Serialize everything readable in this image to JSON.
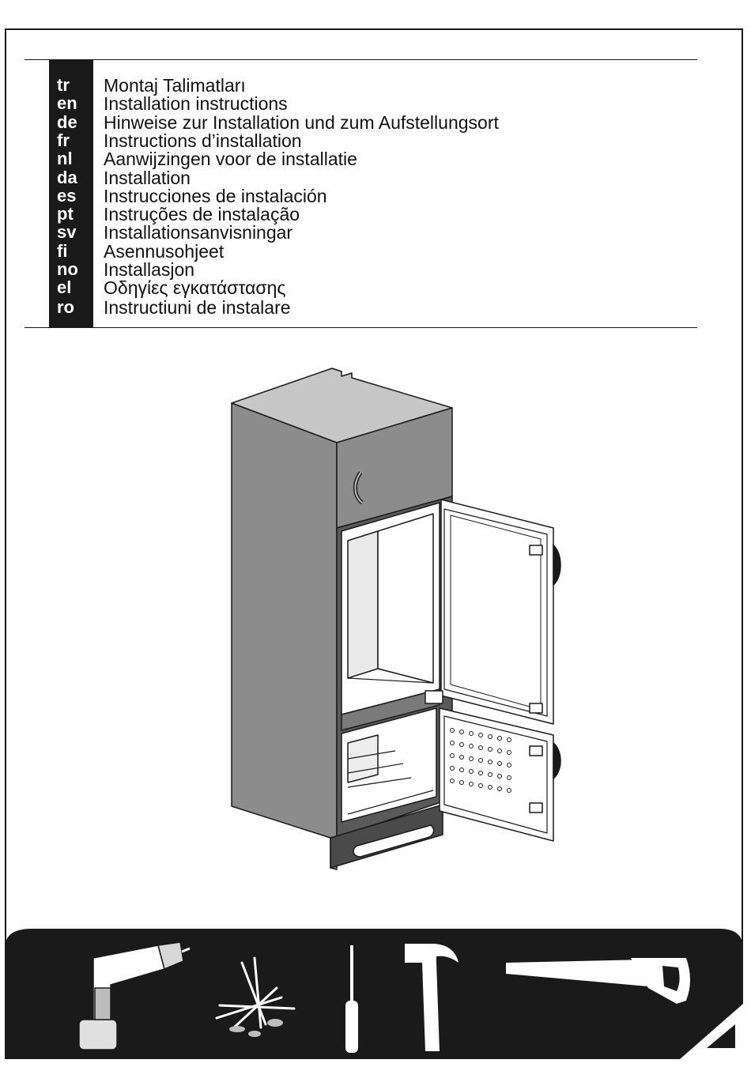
{
  "languages": [
    {
      "code": "tr",
      "title": "Montaj Talimatları"
    },
    {
      "code": "en",
      "title": "Installation instructions"
    },
    {
      "code": "de",
      "title": "Hinweise zur Installation und zum Aufstellungsort"
    },
    {
      "code": "fr",
      "title": "Instructions d’installation"
    },
    {
      "code": "nl",
      "title": "Aanwijzingen voor de installatie"
    },
    {
      "code": "da",
      "title": "Installation"
    },
    {
      "code": "es",
      "title": "Instrucciones de instalación"
    },
    {
      "code": "pt",
      "title": "Instruções de instalação"
    },
    {
      "code": "sv",
      "title": "Installationsanvisningar"
    },
    {
      "code": "fi",
      "title": "Asennusohjeet"
    },
    {
      "code": "no",
      "title": "Installasjon"
    },
    {
      "code": "el",
      "title": "Οδηγίες εγκατάστασης"
    },
    {
      "code": "ro",
      "title": "Instructiuni de instalare"
    }
  ],
  "illustration": {
    "subject": "built-in fridge-freezer in kitchen cabinet with open doors"
  },
  "tools": [
    "drill-icon",
    "screws-nails-icon",
    "screwdriver-icon",
    "hammer-icon",
    "saw-icon",
    "triangle-corner-icon"
  ],
  "colors": {
    "ink": "#1a1a1a",
    "cabinet": "#8a8a8a",
    "cabinet_top": "#c8c8c8",
    "band": "#1a1a1a"
  }
}
